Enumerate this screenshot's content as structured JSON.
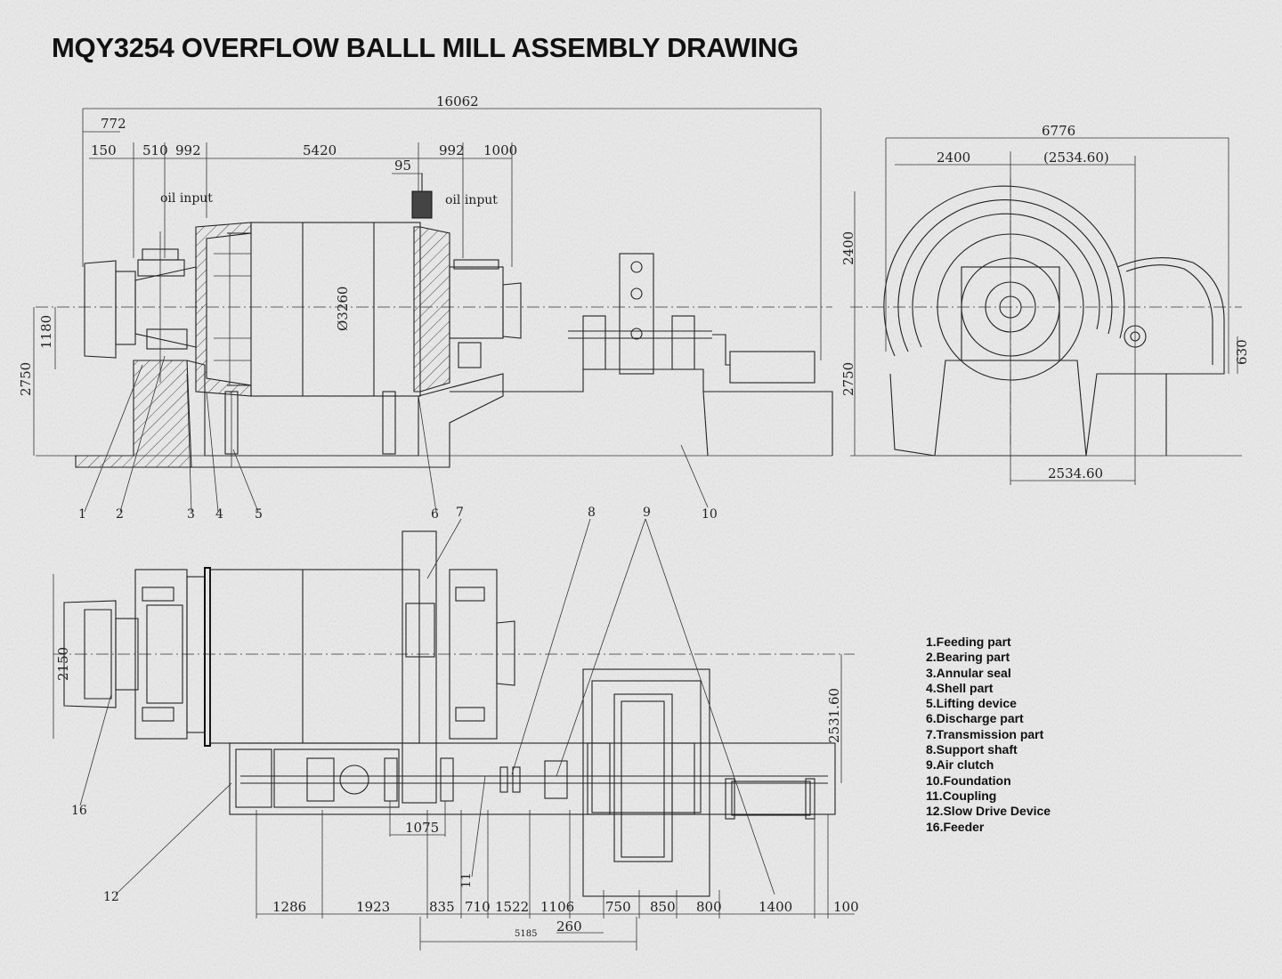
{
  "title": "MQY3254 OVERFLOW BALLL MILL ASSEMBLY DRAWING",
  "side_view": {
    "overall_length": "16062",
    "dims_top": [
      "772",
      "150",
      "510",
      "992",
      "5420",
      "992",
      "1000"
    ],
    "dim_95": "95",
    "oil_input_left": "oil input",
    "oil_input_right": "oil input",
    "diameter": "Ø3260",
    "dim_1180": "1180",
    "dim_2750": "2750",
    "callouts": [
      "1",
      "2",
      "3",
      "4",
      "5",
      "6",
      "7",
      "8",
      "9",
      "10"
    ]
  },
  "end_view": {
    "width": "6776",
    "dim_2400_top": "2400",
    "dim_2534_ref": "(2534.60)",
    "dim_2400_side": "2400",
    "dim_2750": "2750",
    "dim_630": "630",
    "dim_2534_bottom": "2534.60"
  },
  "plan_view": {
    "dim_2150": "2150",
    "dim_2531": "2531.60",
    "dim_1075": "1075",
    "dims_bottom": [
      "1286",
      "1923",
      "835",
      "710",
      "1522",
      "1106",
      "750",
      "850",
      "800",
      "1400",
      "100"
    ],
    "dim_260": "260",
    "dim_5185": "5185",
    "callouts": [
      "16",
      "11",
      "12"
    ]
  },
  "legend": [
    "1.Feeding part",
    "2.Bearing part",
    "3.Annular seal",
    "4.Shell part",
    "5.Lifting device",
    "6.Discharge part",
    "7.Transmission part",
    "8.Support shaft",
    "9.Air clutch",
    "10.Foundation",
    "11.Coupling",
    "12.Slow Drive Device",
    "16.Feeder"
  ]
}
